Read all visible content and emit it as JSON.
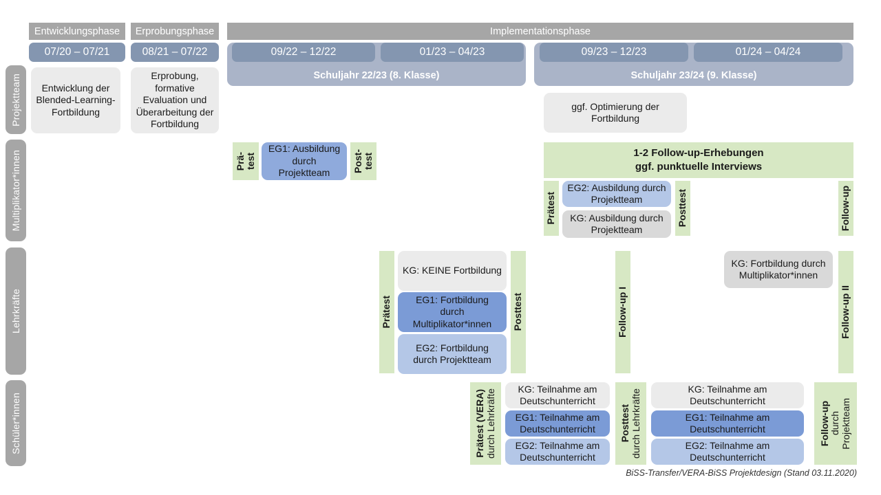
{
  "rows": [
    {
      "id": "projektteam",
      "label": "Projektteam"
    },
    {
      "id": "multiplikatorinnen",
      "label": "Multiplikator*innen"
    },
    {
      "id": "lehrkraefte",
      "label": "Lehrkräfte"
    },
    {
      "id": "schuelerinnen",
      "label": "Schüler*innen"
    }
  ],
  "phases": [
    {
      "id": "entwicklungsphase",
      "label": "Entwicklungsphase"
    },
    {
      "id": "erprobungsphase",
      "label": "Erprobungsphase"
    },
    {
      "id": "implementationsphase",
      "label": "Implementationsphase"
    }
  ],
  "periods": [
    {
      "id": "p1",
      "label": "07/20 – 07/21"
    },
    {
      "id": "p2",
      "label": "08/21 – 07/22"
    },
    {
      "id": "p3",
      "label": "09/22 – 12/22"
    },
    {
      "id": "p4",
      "label": "01/23 – 04/23"
    },
    {
      "id": "p5",
      "label": "09/23 – 12/23"
    },
    {
      "id": "p6",
      "label": "01/24 – 04/24"
    }
  ],
  "schuljahre": [
    {
      "id": "sj2223",
      "label": "Schuljahr 22/23 (8. Klasse)"
    },
    {
      "id": "sj2324",
      "label": "Schuljahr 23/24 (9. Klasse)"
    }
  ],
  "projektteam": {
    "entwicklung": "Entwicklung der Blended-Learning-Fortbildung",
    "erprobung": "Erprobung, formative Evaluation und Überarbeitung der Fortbildung",
    "optimierung": "ggf. Optimierung der Fortbildung"
  },
  "multiplikatoren": {
    "praetest_a": "Prä-",
    "praetest_b": "test",
    "eg1": "EG1: Ausbildung durch Projektteam",
    "posttest_a": "Post-",
    "posttest_b": "test",
    "followup_banner_line1": "1-2 Follow-up-Erhebungen",
    "followup_banner_line2": "ggf. punktuelle Interviews",
    "praetest2": "Prätest",
    "eg2": "EG2: Ausbildung durch Projektteam",
    "kg": "KG: Ausbildung durch Projektteam",
    "posttest2": "Posttest",
    "followup": "Follow-up"
  },
  "lehrkraefte": {
    "praetest": "Prätest",
    "kg_keine": "KG:  KEINE Fortbildung",
    "eg1": "EG1: Fortbildung durch Multiplikator*innen",
    "eg2": "EG2: Fortbildung durch Projektteam",
    "posttest": "Posttest",
    "followup1": "Follow-up I",
    "kg_fortbildung": "KG: Fortbildung durch Multiplikator*innen",
    "followup2": "Follow-up II"
  },
  "schuelerinnen": {
    "praetest_main": "Prätest (VERA)",
    "praetest_sub": "durch Lehrkräfte",
    "kg_a": "KG: Teilnahme am Deutschunterricht",
    "eg1_a": "EG1: Teilnahme am Deutschunterricht",
    "eg2_a": "EG2: Teilnahme am Deutschunterricht",
    "posttest_main": "Posttest",
    "posttest_sub": "durch Lehrkräfte",
    "kg_b": "KG: Teilnahme am Deutschunterricht",
    "eg1_b": "EG1: Teilnahme am Deutschunterricht",
    "eg2_b": "EG2: Teilnahme am Deutschunterricht",
    "followup_main": "Follow-up",
    "followup_sub1": "durch",
    "followup_sub2": "Projektteam"
  },
  "footer": {
    "text": "BiSS-Transfer/VERA-BiSS Projektdesign (Stand 03.11.2020)"
  },
  "colors": {
    "grey_header": "#a6a6a6",
    "date_blue": "#8496b0",
    "schuljahr_blue": "#aab4c8",
    "green": "#d7e8c4",
    "blue_eg1": "#7b9bd6",
    "blue_eg2": "#b4c7e7",
    "blue_mid": "#8faadc",
    "grey_light": "#ebebeb",
    "grey_mid": "#d9d9d9"
  }
}
